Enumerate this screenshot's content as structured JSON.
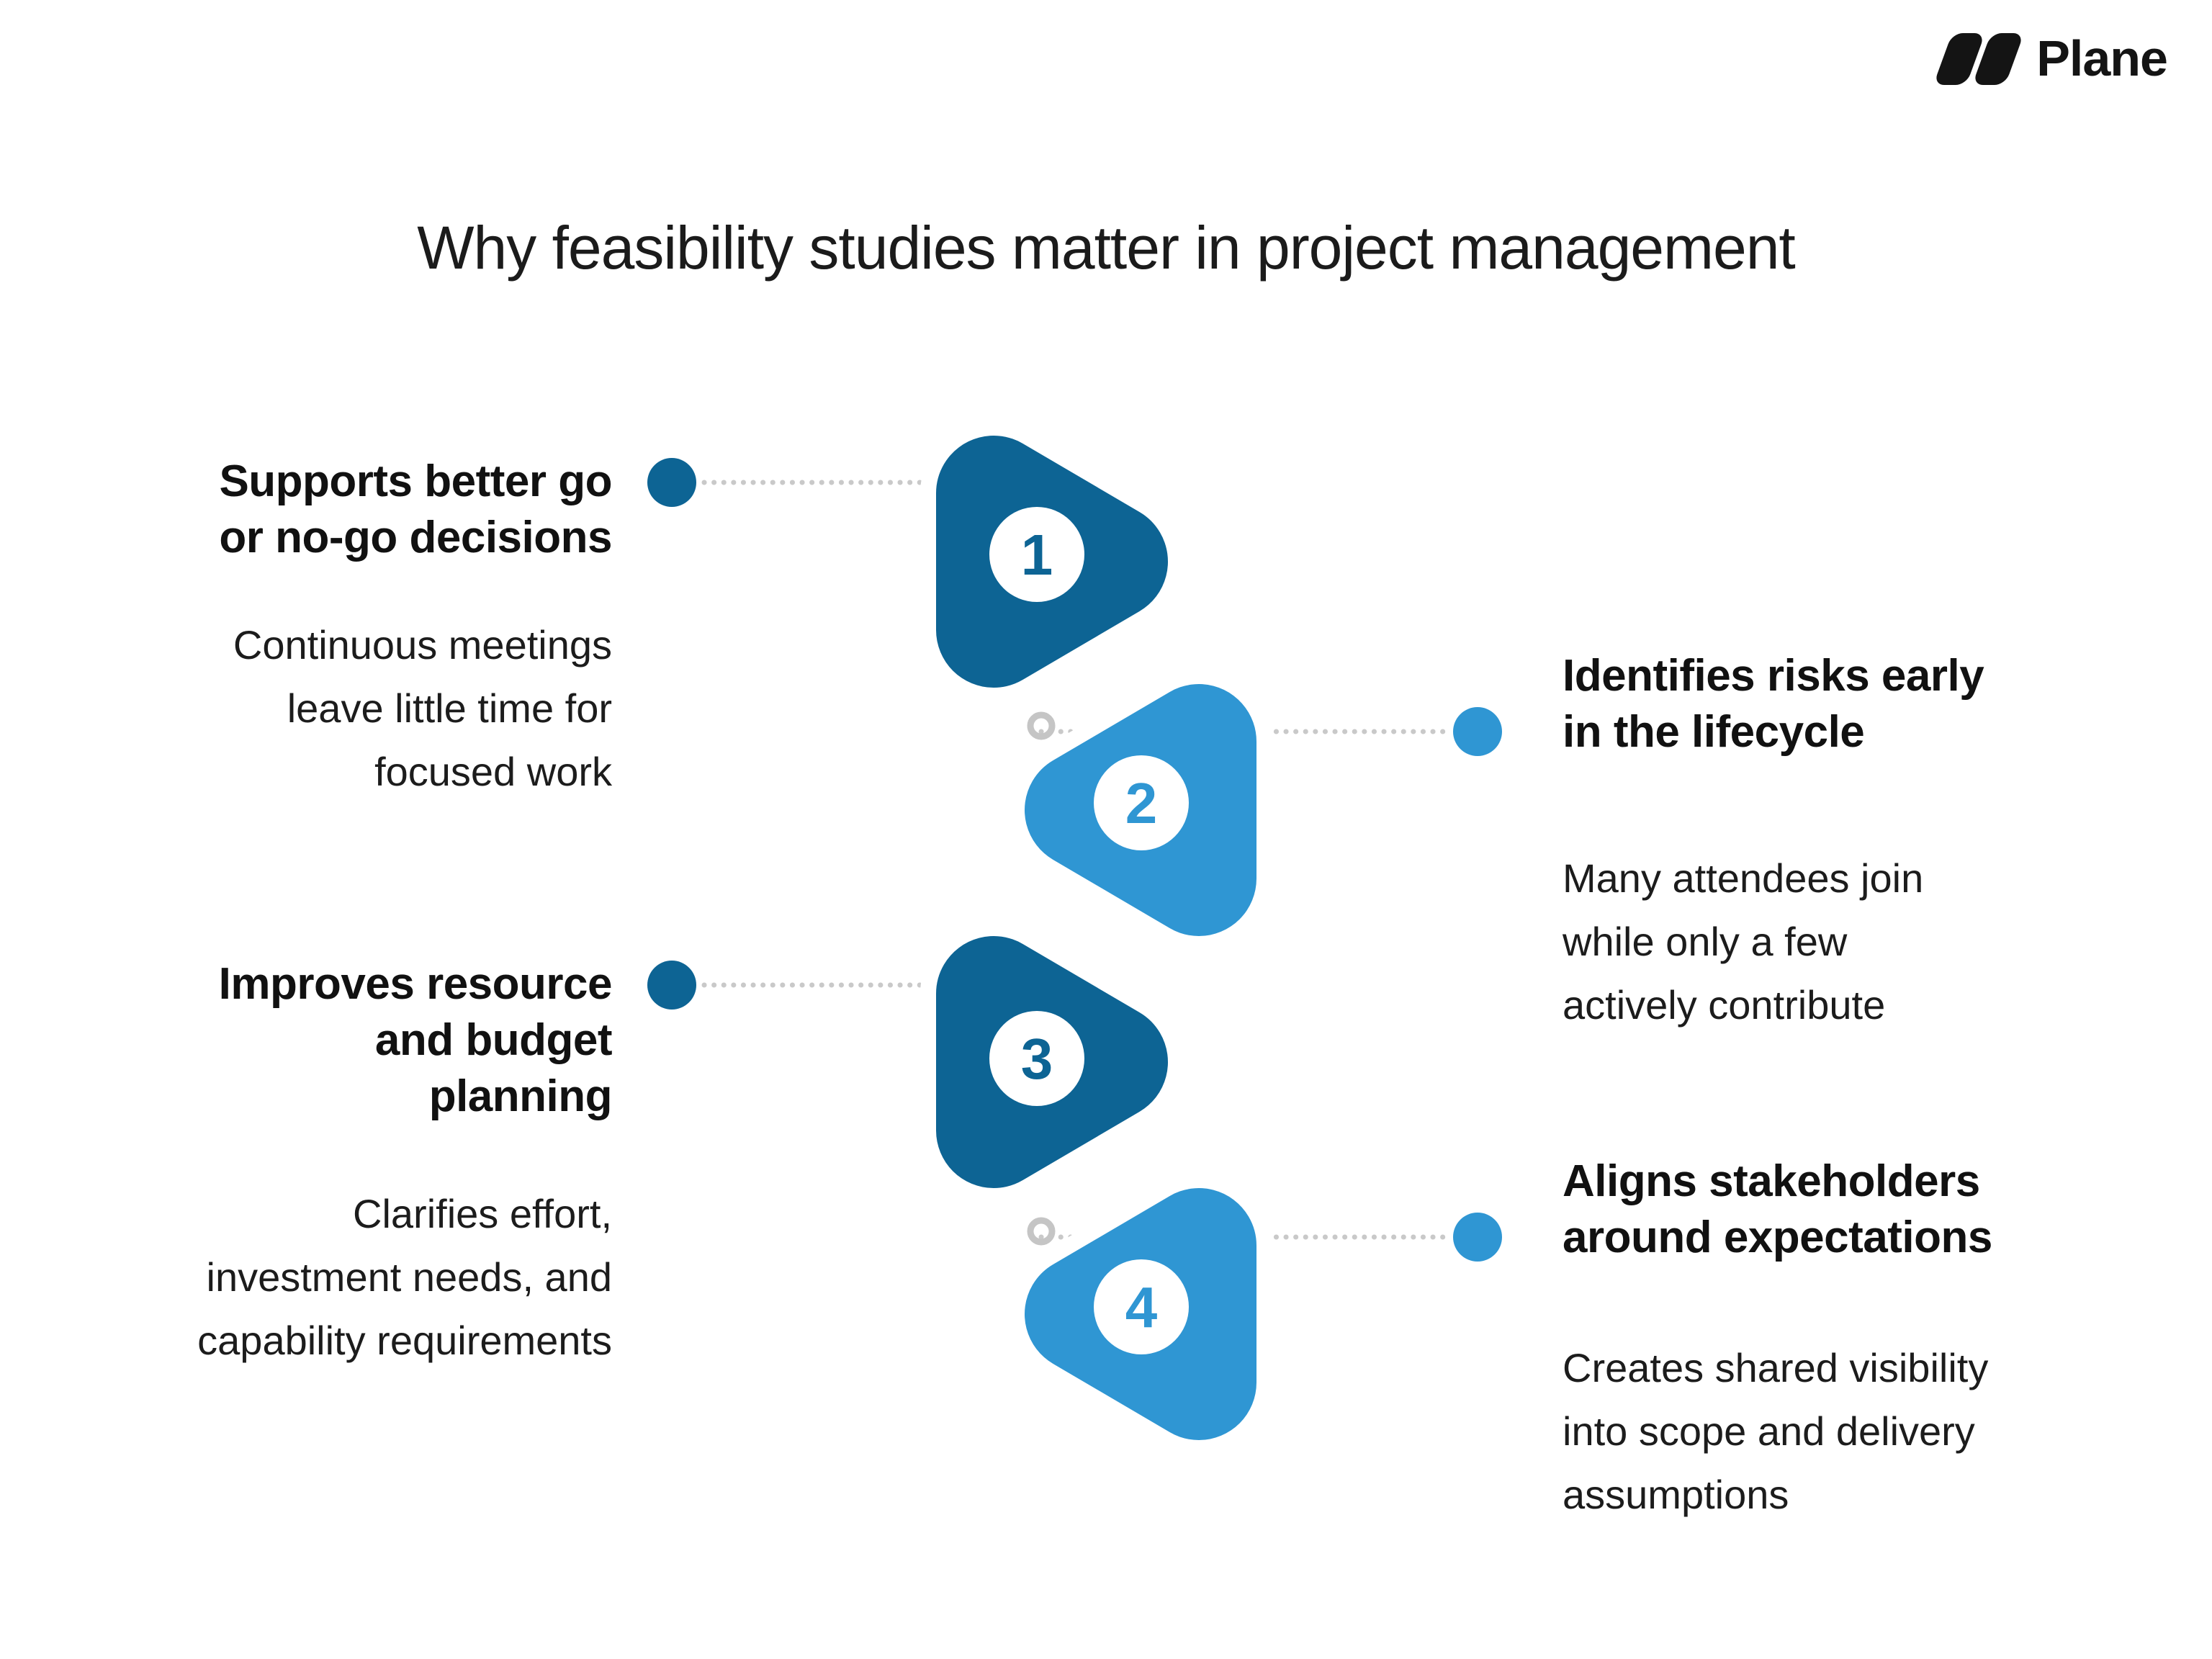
{
  "brand": {
    "name": "Plane"
  },
  "title": "Why feasibility studies matter in project management",
  "colors": {
    "dark_blue": "#0d6494",
    "light_blue": "#2f96d3",
    "text": "#151515",
    "connector_grey": "#c9c9c9"
  },
  "steps": [
    {
      "number": "1",
      "side": "left",
      "heading": "Supports better go\nor no-go decisions",
      "body": "Continuous meetings\nleave little time for\nfocused work"
    },
    {
      "number": "2",
      "side": "right",
      "heading": "Identifies risks early\nin the lifecycle",
      "body": "Many attendees join\nwhile only a few\nactively contribute"
    },
    {
      "number": "3",
      "side": "left",
      "heading": "Improves resource\nand budget\nplanning",
      "body": "Clarifies effort,\ninvestment needs, and\ncapability requirements"
    },
    {
      "number": "4",
      "side": "right",
      "heading": "Aligns stakeholders\naround expectations",
      "body": "Creates shared visibility\ninto scope and delivery\nassumptions"
    }
  ]
}
